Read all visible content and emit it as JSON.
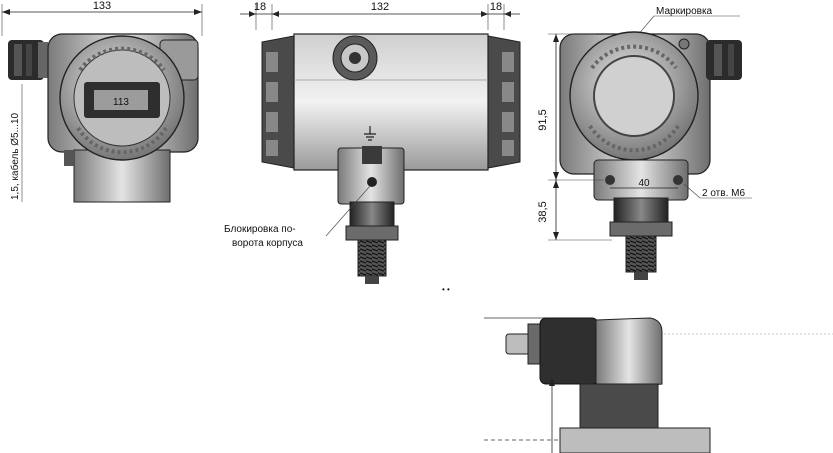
{
  "dimensions": {
    "width_left": "133",
    "flange_left": "18",
    "body_width": "132",
    "flange_right": "18",
    "height_upper": "91,5",
    "height_lower": "38,5",
    "hole_spacing": "40"
  },
  "labels": {
    "marking": "Маркировка",
    "cable": "1,5, кабель Ø5...10",
    "holes": "2 отв. М6",
    "rotation_lock_line1": "Блокировка по-",
    "rotation_lock_line2": "ворота корпуса",
    "window_text": "113",
    "stray_mark": "• •"
  },
  "colors": {
    "body_dark": "#3a3a3a",
    "body_mid": "#8c8c8c",
    "body_light": "#d9d9d9",
    "line": "#222222"
  }
}
